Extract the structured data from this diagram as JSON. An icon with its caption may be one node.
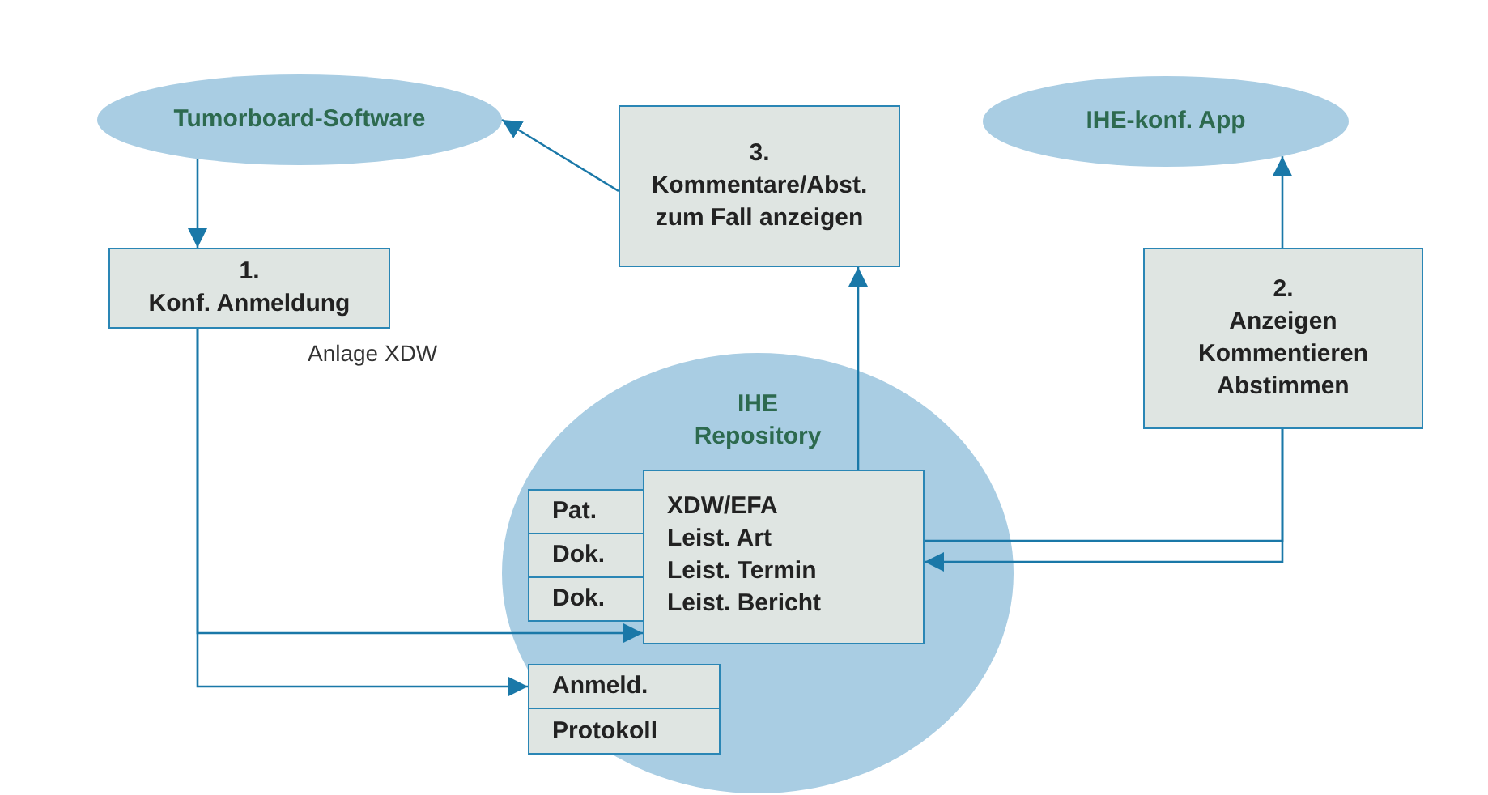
{
  "diagram": {
    "nodes": [
      {
        "text": [
          "Tumorboard-Software"
        ]
      },
      {
        "text": [
          "3.",
          "Kommentare/Abst. zum Fall anzeigen"
        ]
      },
      {
        "text": [
          "IHE-konf. App"
        ]
      },
      {
        "text": [
          "1.",
          "Konf. Anmeldung"
        ],
        "beside": [
          "Anlage XDW"
        ]
      },
      {
        "text": [
          "2.",
          "Anzeigen Kommentieren Abstimmen"
        ]
      },
      {
        "text": [
          "IHE Repository"
        ]
      },
      {
        "text": [
          "Pat."
        ],
        "in": 5
      },
      {
        "text": [
          "Dok."
        ],
        "in": 5
      },
      {
        "text": [
          "Dok."
        ],
        "in": 5
      },
      {
        "text": [
          "XDW/EFA",
          "Leist. Art",
          "Leist. Termin",
          "Leist. Bericht"
        ],
        "in": 5
      },
      {
        "text": [
          "Anmeld."
        ],
        "in": 5
      },
      {
        "text": [
          "Protokoll"
        ],
        "in": 5
      }
    ],
    "edges": [
      {
        "from": 0,
        "to": 3,
        "arrow": "to"
      },
      {
        "from": 1,
        "to": 0,
        "arrow": "to"
      },
      {
        "from": 9,
        "to": 1,
        "arrow": "to"
      },
      {
        "from": 4,
        "to": 2,
        "arrow": "to"
      },
      {
        "from": 4,
        "to": 9,
        "arrow": "none"
      },
      {
        "from": 4,
        "to": 9,
        "arrow": "to"
      },
      {
        "from": 3,
        "to": 9,
        "arrow": "to"
      },
      {
        "from": 3,
        "to": 10,
        "arrow": "to"
      }
    ]
  }
}
